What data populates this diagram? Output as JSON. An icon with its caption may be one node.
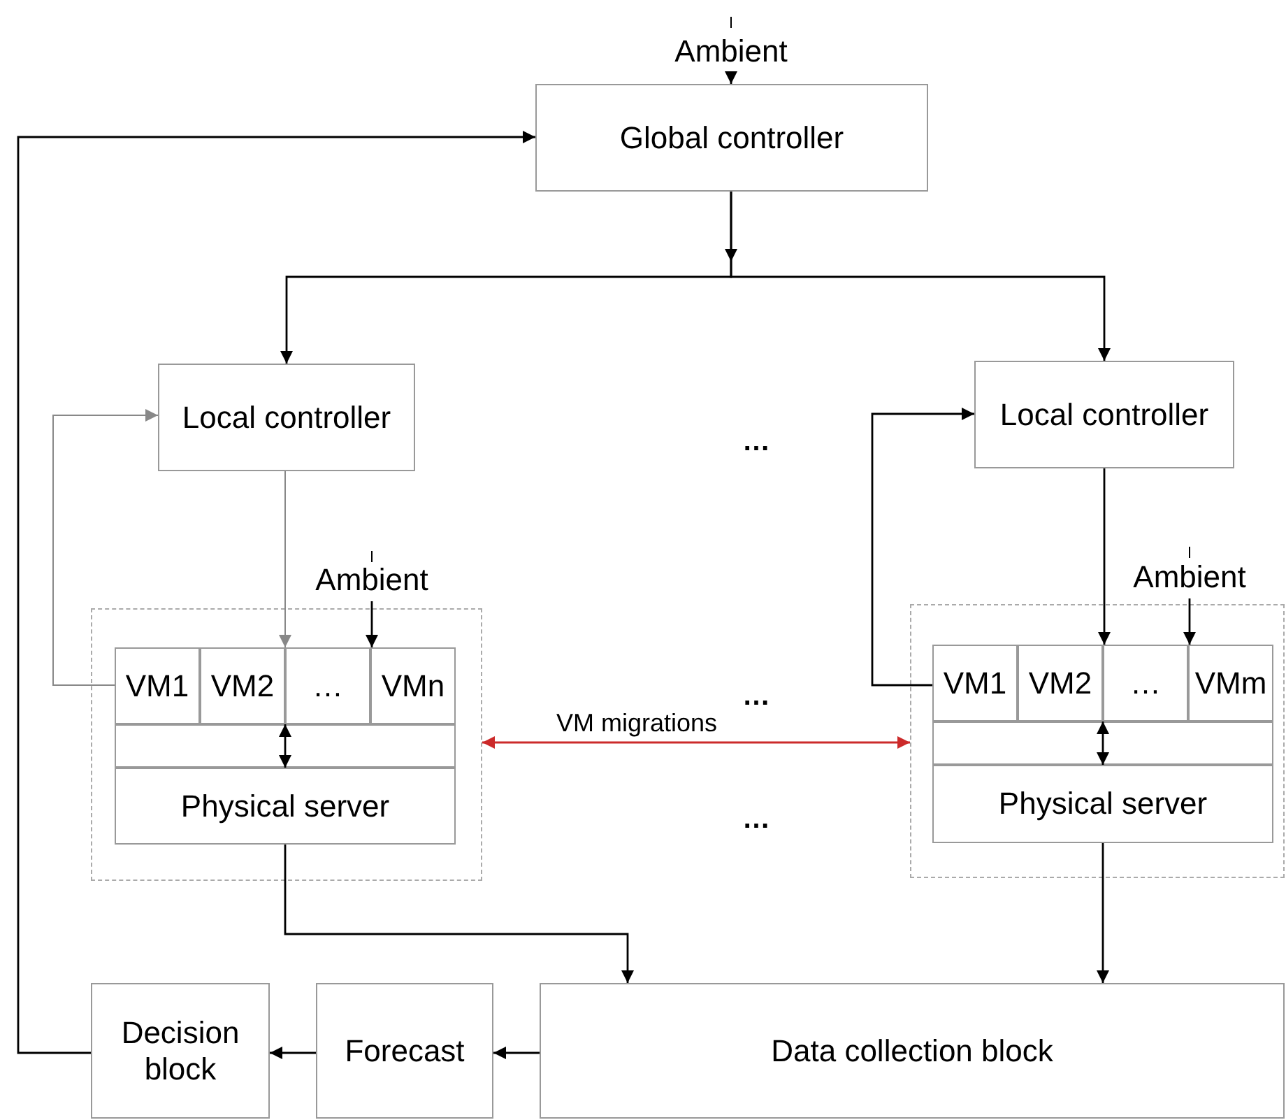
{
  "diagram": {
    "nodes": [
      {
        "text": [
          "Ambient"
        ]
      },
      {
        "text": [
          "Global controller"
        ]
      },
      {
        "text": [
          "Local controller"
        ]
      },
      {
        "text": [
          "Local controller"
        ]
      },
      {
        "text": [
          "Ambient"
        ]
      },
      {
        "text": [],
        "shape": "box"
      },
      {
        "text": [
          "VM1"
        ],
        "in": 5
      },
      {
        "text": [
          "VM2"
        ],
        "in": 5
      },
      {
        "text": [
          "…"
        ],
        "in": 5
      },
      {
        "text": [
          "VMn"
        ],
        "in": 5
      },
      {
        "text": [
          "Physical server"
        ],
        "in": 5
      },
      {
        "text": [
          "Ambient"
        ]
      },
      {
        "text": [],
        "shape": "box"
      },
      {
        "text": [
          "VM1"
        ],
        "in": 12
      },
      {
        "text": [
          "VM2"
        ],
        "in": 12
      },
      {
        "text": [
          "…"
        ],
        "in": 12
      },
      {
        "text": [
          "VMm"
        ],
        "in": 12
      },
      {
        "text": [
          "Physical server"
        ],
        "in": 12
      },
      {
        "text": [
          "Decision block"
        ]
      },
      {
        "text": [
          "Forecast"
        ]
      },
      {
        "text": [
          "Data collection block"
        ]
      }
    ],
    "edges": [
      {
        "from": 0,
        "to": 1,
        "arrow": "to"
      },
      {
        "from": 1,
        "to": 2,
        "arrow": "to"
      },
      {
        "from": 1,
        "to": 3,
        "arrow": "to"
      },
      {
        "from": 2,
        "to": 7,
        "arrow": "to",
        "color": "#888888"
      },
      {
        "from": 6,
        "to": 2,
        "arrow": "to",
        "color": "#888888"
      },
      {
        "from": 4,
        "to": 9,
        "arrow": "to"
      },
      {
        "from": 7,
        "to": 10,
        "arrow": "both"
      },
      {
        "from": 3,
        "to": 14,
        "arrow": "to"
      },
      {
        "from": 13,
        "to": 3,
        "arrow": "to"
      },
      {
        "from": 11,
        "to": 16,
        "arrow": "to"
      },
      {
        "from": 14,
        "to": 17,
        "arrow": "both"
      },
      {
        "from": 5,
        "to": 12,
        "arrow": "both",
        "label": "VM migrations",
        "color": "#cc2a2a"
      },
      {
        "from": 10,
        "to": 20,
        "arrow": "to"
      },
      {
        "from": 17,
        "to": 20,
        "arrow": "to"
      },
      {
        "from": 20,
        "to": 19,
        "arrow": "to"
      },
      {
        "from": 19,
        "to": 18,
        "arrow": "to"
      },
      {
        "from": 18,
        "to": 1,
        "arrow": "to"
      }
    ],
    "labels": [
      "…",
      "…",
      "…"
    ]
  }
}
